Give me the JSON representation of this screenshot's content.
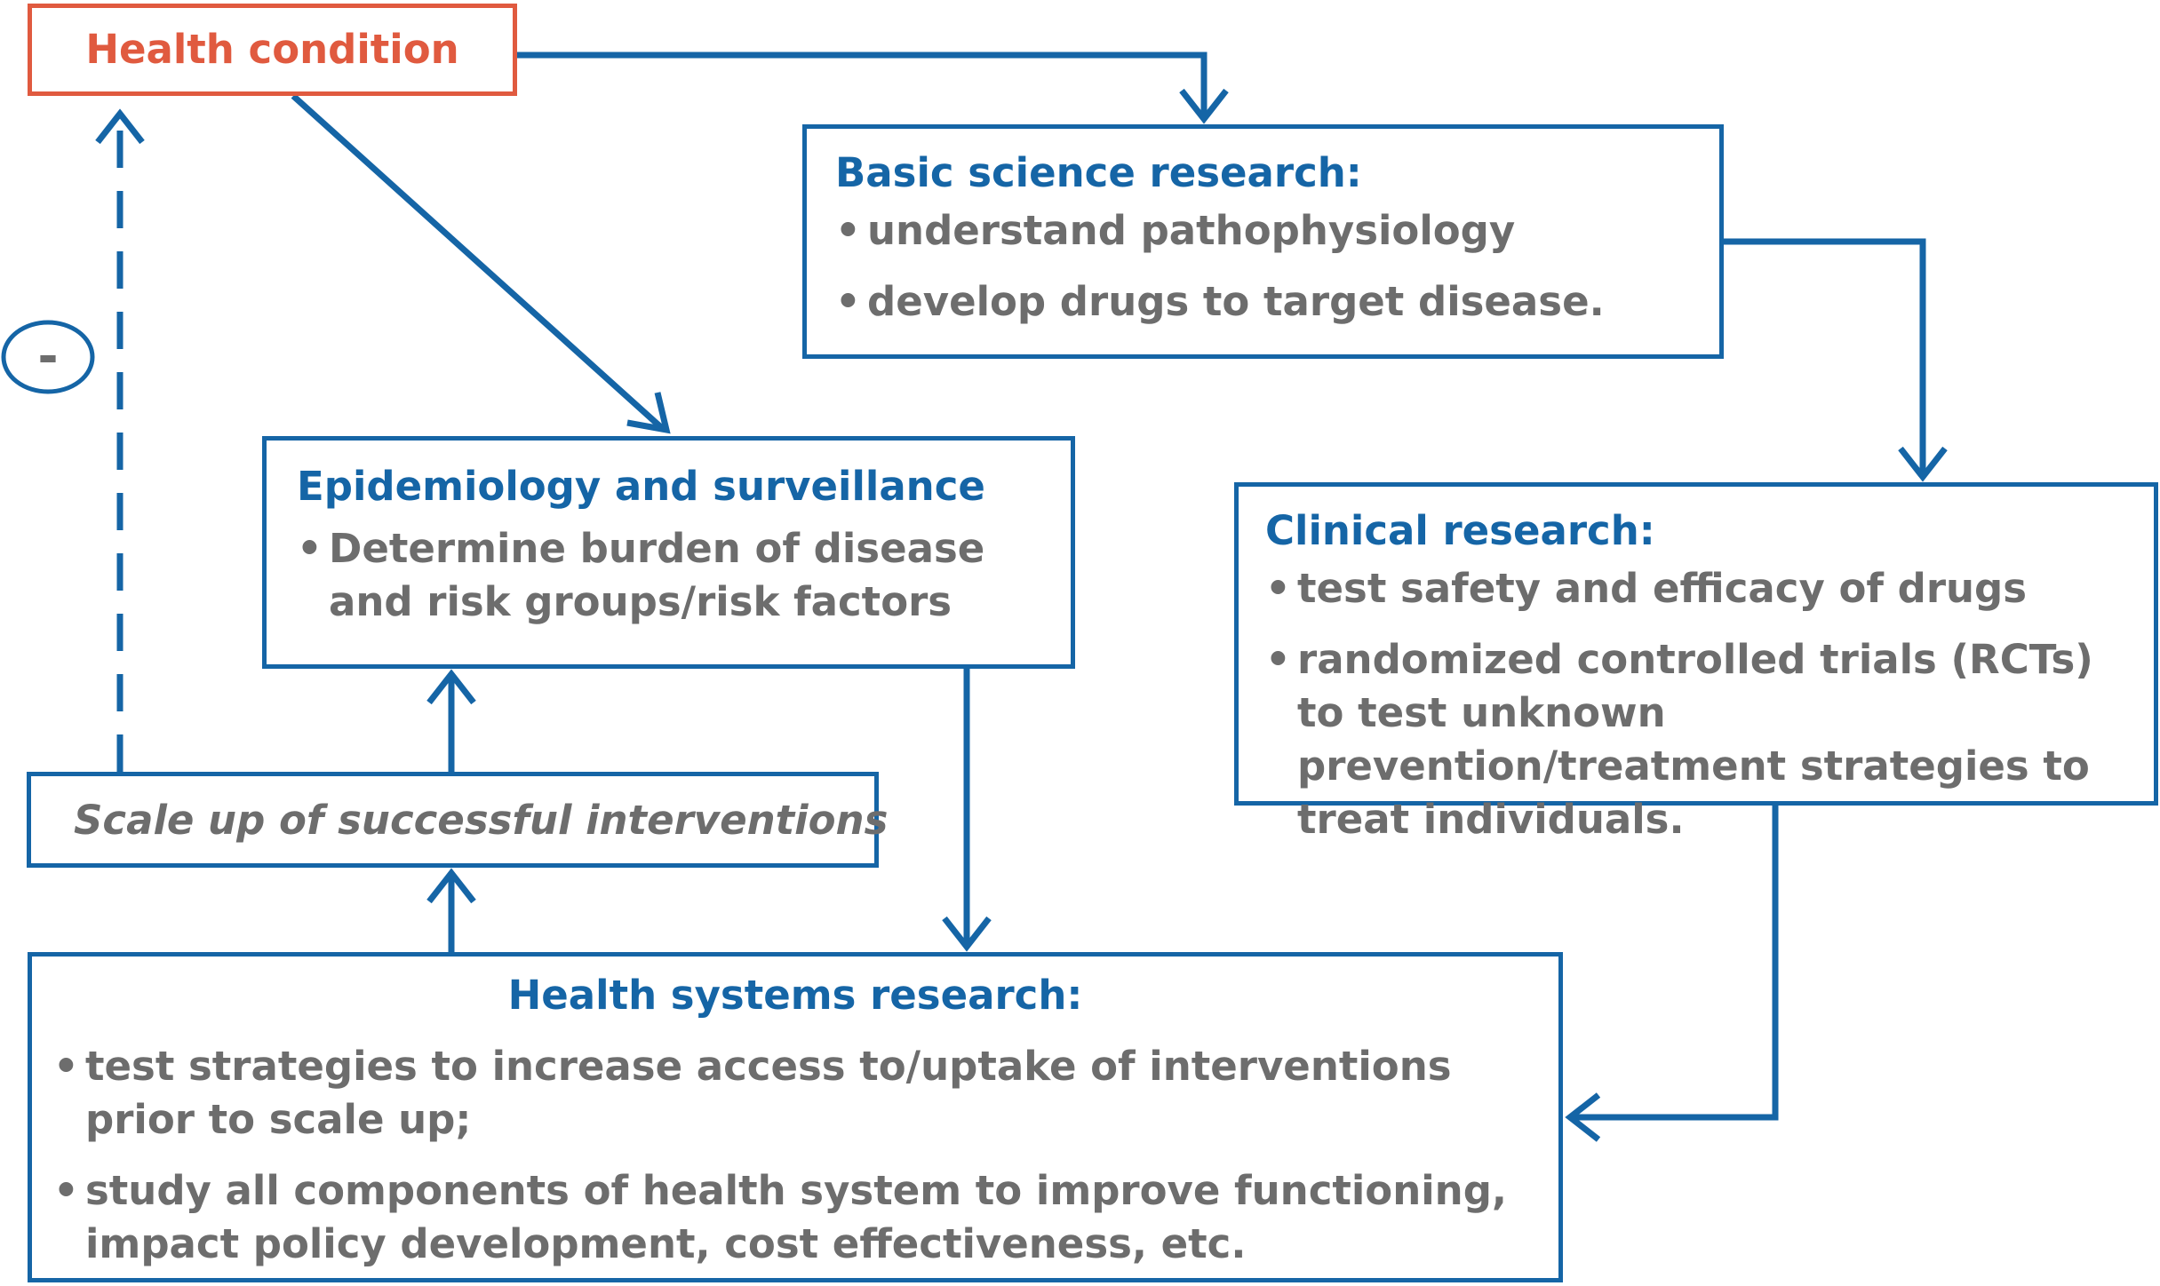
{
  "nodes": {
    "health_condition": {
      "title": "Health condition"
    },
    "basic_science": {
      "title": "Basic science research:",
      "bullets": [
        "understand pathophysiology",
        "develop drugs to target disease."
      ]
    },
    "epidemiology": {
      "title": "Epidemiology and surveillance",
      "bullets": [
        "Determine burden of disease and risk groups/risk factors"
      ]
    },
    "clinical": {
      "title": "Clinical research:",
      "bullets": [
        "test safety and efficacy of drugs",
        "randomized controlled trials (RCTs) to test unknown prevention/treatment strategies to treat individuals."
      ]
    },
    "scale_up": {
      "title": "Scale up of successful interventions"
    },
    "health_systems": {
      "title": "Health systems research:",
      "bullets": [
        "test strategies to increase access to/uptake of interventions prior to scale up;",
        "study all components of health system to improve functioning, impact policy development, cost effectiveness, etc."
      ]
    }
  },
  "bullet_symbol": "•",
  "feedback_sign": "-",
  "edges": [
    {
      "from": "health_condition",
      "to": "basic_science",
      "style": "solid"
    },
    {
      "from": "health_condition",
      "to": "epidemiology",
      "style": "solid"
    },
    {
      "from": "basic_science",
      "to": "clinical",
      "style": "solid"
    },
    {
      "from": "clinical",
      "to": "health_systems",
      "style": "solid"
    },
    {
      "from": "epidemiology",
      "to": "health_systems",
      "style": "solid"
    },
    {
      "from": "health_systems",
      "to": "scale_up",
      "style": "solid"
    },
    {
      "from": "scale_up",
      "to": "epidemiology",
      "style": "solid"
    },
    {
      "from": "scale_up",
      "to": "health_condition",
      "style": "dashed",
      "label": "-"
    }
  ],
  "colors": {
    "primary": "#1565a6",
    "accent": "#e05a3f",
    "text_gray": "#6d6d6d",
    "background": "#ffffff"
  }
}
